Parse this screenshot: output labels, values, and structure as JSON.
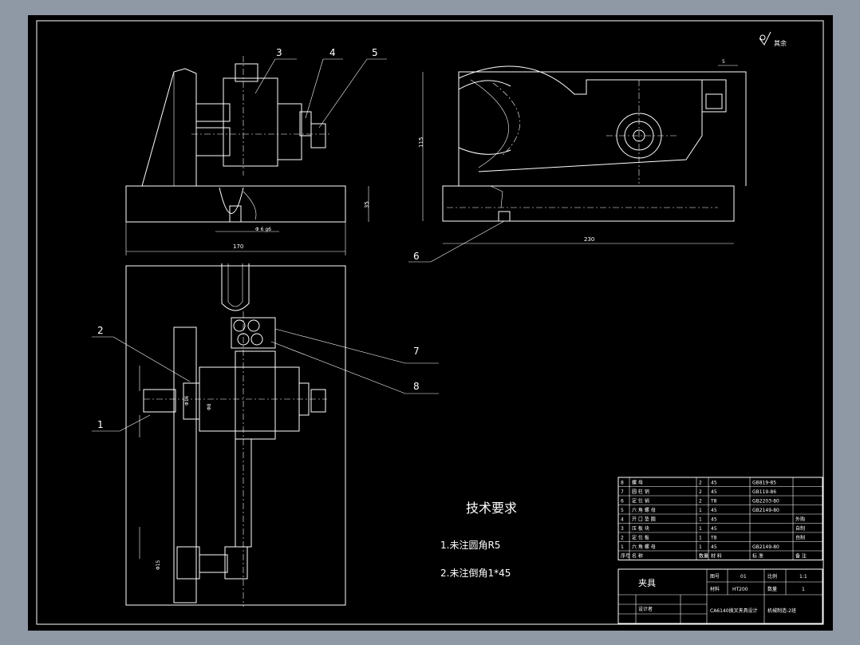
{
  "surface_finish": "其余",
  "balloons": [
    "1",
    "2",
    "3",
    "4",
    "5",
    "6",
    "7",
    "8"
  ],
  "dimensions": {
    "d170": "170",
    "d230": "230",
    "d35": "35",
    "d115": "115",
    "d5": "5",
    "phi6": "Φ 6 g6",
    "phi16": "Φ16",
    "phi8": "Φ8",
    "phi15": "Φ15"
  },
  "tech_requirements": {
    "title": "技术要求",
    "item1": "1.未注圆角R5",
    "item2": "2.未注倒角1*45"
  },
  "parts": [
    {
      "no": "8",
      "name": "螺  母",
      "qty": "2",
      "material": "45",
      "std": "GB819-85",
      "note": ""
    },
    {
      "no": "7",
      "name": "圆 柱 销",
      "qty": "2",
      "material": "45",
      "std": "GB119-86",
      "note": ""
    },
    {
      "no": "6",
      "name": "定 位 销",
      "qty": "2",
      "material": "T8",
      "std": "GB2203-80",
      "note": ""
    },
    {
      "no": "5",
      "name": "六 角 螺 母",
      "qty": "1",
      "material": "45",
      "std": "GB2149-80",
      "note": ""
    },
    {
      "no": "4",
      "name": "开 口 垫 圈",
      "qty": "1",
      "material": "45",
      "std": "",
      "note": "外购"
    },
    {
      "no": "3",
      "name": "压 板 块",
      "qty": "1",
      "material": "45",
      "std": "",
      "note": "自制"
    },
    {
      "no": "2",
      "name": "定 位 板",
      "qty": "1",
      "material": "T8",
      "std": "",
      "note": "自制"
    },
    {
      "no": "1",
      "name": "六 角 螺 母",
      "qty": "1",
      "material": "45",
      "std": "GB2149-80",
      "note": ""
    }
  ],
  "parts_header": {
    "no": "序号",
    "name": "名  称",
    "qty": "数量",
    "material": "材  料",
    "std": "标  准",
    "note": "备 注"
  },
  "title_block": {
    "name": "夹具",
    "drawing_no_label": "图号",
    "drawing_no": "01",
    "scale_label": "比例",
    "scale": "1:1",
    "material_label": "材料",
    "material": "HT200",
    "qty_label": "数量",
    "qty": "1",
    "designer": "设计者",
    "project": "CA6140拨叉夹具设计",
    "school": "机械制造-2班"
  }
}
